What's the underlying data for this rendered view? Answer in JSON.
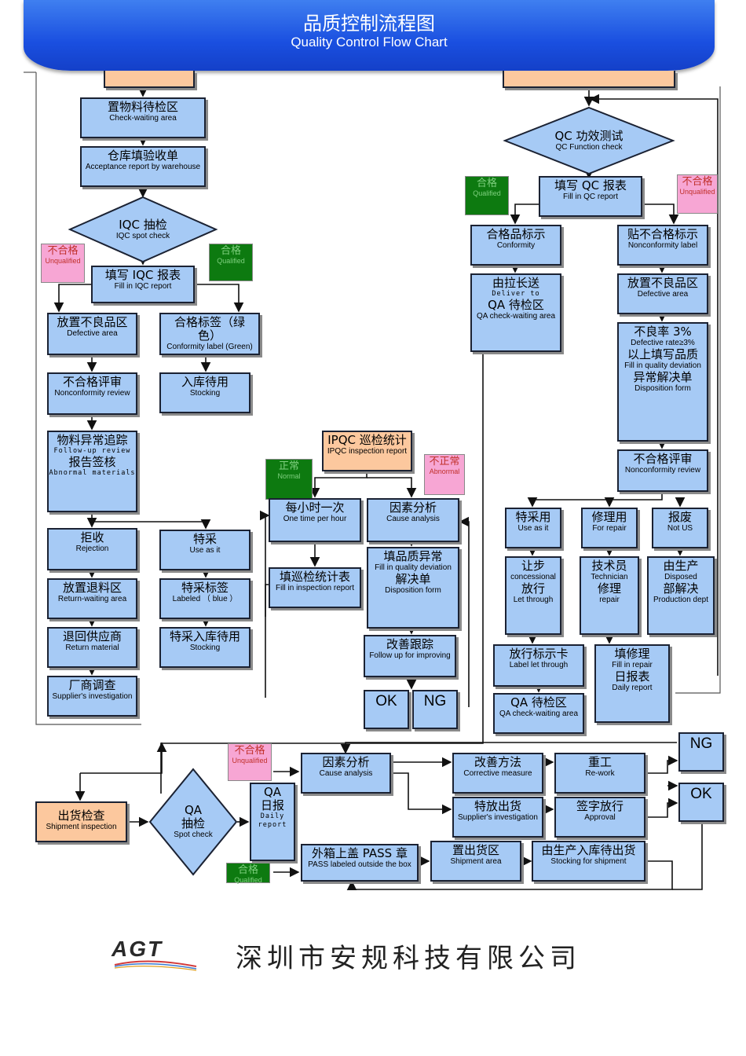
{
  "header": {
    "title_cn": "品质控制流程图",
    "title_en": "Quality Control Flow Chart"
  },
  "footer": {
    "logo_text": "AGT",
    "company_name": "深圳市安规科技有限公司"
  },
  "colors": {
    "banner": "#1a4fe0",
    "box_fill": "#a6caf5",
    "orange_fill": "#fcc89e",
    "qualified_tag": "#0d7a10",
    "unqualified_tag": "#f7a6d4"
  },
  "incoming": {
    "check_waiting": {
      "cn": "置物料待检区",
      "en": "Check-waiting area"
    },
    "acceptance_report": {
      "cn": "仓库填验收单",
      "en": "Acceptance report by warehouse"
    },
    "iqc_spot": {
      "cn": "IQC 抽检",
      "en": "IQC spot check"
    },
    "iqc_report": {
      "cn": "填写 IQC 报表",
      "en": "Fill in IQC report"
    },
    "tag_unqualified": {
      "cn": "不合格",
      "en": "Unqualified"
    },
    "tag_qualified": {
      "cn": "合格",
      "en": "Qualified"
    },
    "defective_area": {
      "cn": "放置不良品区",
      "en": "Defective area"
    },
    "conformity_label": {
      "cn": "合格标签（绿色）",
      "en": "Conformity label (Green)"
    },
    "stocking": {
      "cn": "入库待用",
      "en": "Stocking"
    },
    "nonconformity_review": {
      "cn": "不合格评审",
      "en": "Nonconformity review"
    },
    "abnormal_followup": {
      "cn1": "物料异常追踪",
      "en1": "Follow-up review",
      "cn2": "报告签核",
      "en2": "Abnormal materials"
    },
    "rejection": {
      "cn": "拒收",
      "en": "Rejection"
    },
    "use_as_it": {
      "cn": "特采",
      "en": "Use as it"
    },
    "return_waiting": {
      "cn": "放置退料区",
      "en": "Return-waiting area"
    },
    "labeled_blue": {
      "cn": "特采标签",
      "en": "Labeled （ blue ）"
    },
    "return_material": {
      "cn": "退回供应商",
      "en": "Return material"
    },
    "special_stocking": {
      "cn": "特采入库待用",
      "en": "Stocking"
    },
    "supplier_investigation": {
      "cn": "厂商调查",
      "en": "Supplier's investigation"
    }
  },
  "ipqc": {
    "report": {
      "cn": "IPQC 巡检统计",
      "en": "IPQC inspection report"
    },
    "tag_normal": {
      "cn": "正常",
      "en": "Normal"
    },
    "tag_abnormal": {
      "cn": "不正常",
      "en": "Abnormal"
    },
    "hourly": {
      "cn": "每小时一次",
      "en": "One time per hour"
    },
    "fill_inspection": {
      "cn": "填巡检统计表",
      "en": "Fill in inspection report"
    },
    "cause_analysis": {
      "cn": "因素分析",
      "en": "Cause analysis"
    },
    "quality_deviation": {
      "cn1": "填品质异常",
      "en1": "Fill in quality deviation",
      "cn2": "解决单",
      "en2": "Disposition form"
    },
    "improving": {
      "cn": "改善跟踪",
      "en": "Follow up for improving"
    },
    "ok": "OK",
    "ng": "NG"
  },
  "qc": {
    "function_check": {
      "cn": "QC 功效测试",
      "en": "QC Function check"
    },
    "qc_report": {
      "cn": "填写 QC 报表",
      "en": "Fill in QC report"
    },
    "tag_qualified": {
      "cn": "合格",
      "en": "Qualified"
    },
    "tag_unqualified": {
      "cn": "不合格",
      "en": "Unqualified"
    },
    "conformity": {
      "cn": "合格品标示",
      "en": "Conformity"
    },
    "nonconformity_label": {
      "cn": "贴不合格标示",
      "en": "Nonconformity label"
    },
    "deliver": {
      "cn1": "由拉长送",
      "en1": "Deliver to",
      "cn2": "QA 待检区",
      "en2": "QA check-waiting area"
    },
    "defective_area": {
      "cn": "放置不良品区",
      "en": "Defective area"
    },
    "defect_rate": {
      "cn1": "不良率 3%",
      "en1": "Defective rate≥3%",
      "cn2": "以上填写品质",
      "en2": "Fill in quality deviation",
      "cn3": "异常解决单",
      "en3": "Disposition form"
    },
    "nonconformity_review": {
      "cn": "不合格评审",
      "en": "Nonconformity review"
    },
    "use_as_it": {
      "cn": "特采用",
      "en": "Use as it"
    },
    "for_repair": {
      "cn": "修理用",
      "en": "For repair"
    },
    "not_us": {
      "cn": "报废",
      "en": "Not US"
    },
    "concessional": {
      "cn1": "让步",
      "en1": "concessional",
      "cn2": "放行",
      "en2": "Let through"
    },
    "technician": {
      "cn1": "技术员",
      "en1": "Technician",
      "cn2": "修理",
      "en2": "repair"
    },
    "production_dispose": {
      "cn1": "由生产",
      "en1": "Disposed",
      "cn2": "部解决",
      "en2": "Production dept"
    },
    "let_through_card": {
      "cn": "放行标示卡",
      "en": "Label let through"
    },
    "repair_report": {
      "cn1": "填修理",
      "en1": "Fill in repair",
      "cn2": "日报表",
      "en2": "Daily report"
    },
    "qa_waiting": {
      "cn": "QA 待检区",
      "en": "QA check-waiting area"
    }
  },
  "shipment": {
    "shipment_inspection": {
      "cn": "出货检查",
      "en": "Shipment inspection"
    },
    "qa_spot": {
      "cn1": "QA",
      "cn2": "抽检",
      "en": "Spot check"
    },
    "tag_unqualified": {
      "cn": "不合格",
      "en": "Unqualified"
    },
    "tag_qualified": {
      "cn": "合格",
      "en": "Qualified"
    },
    "qa_daily": {
      "cn1": "QA",
      "cn2": "日报",
      "en1": "Daily",
      "en2": "report"
    },
    "cause_analysis": {
      "cn": "因素分析",
      "en": "Cause analysis"
    },
    "corrective": {
      "cn": "改善方法",
      "en": "Corrective measure"
    },
    "rework": {
      "cn": "重工",
      "en": "Re-work"
    },
    "special_release": {
      "cn": "特放出货",
      "en": "Supplier's investigation"
    },
    "approval": {
      "cn": "签字放行",
      "en": "Approval"
    },
    "ng": "NG",
    "ok": "OK",
    "pass_label": {
      "cn": "外箱上盖 PASS 章",
      "en": "PASS labeled outside the box"
    },
    "shipment_area": {
      "cn": "置出货区",
      "en": "Shipment area"
    },
    "stocking_shipment": {
      "cn": "由生产入库待出货",
      "en": "Stocking for shipment"
    }
  }
}
